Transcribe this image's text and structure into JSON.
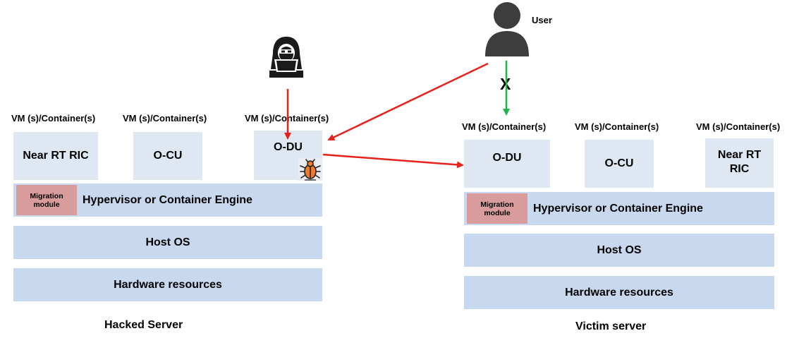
{
  "user_label": "User",
  "blocked_mark": "X",
  "hacked": {
    "vm_labels": [
      "VM (s)/Container(s)",
      "VM (s)/Container(s)",
      "VM (s)/Container(s)"
    ],
    "boxes": [
      "Near RT RIC",
      "O-CU",
      "O-DU"
    ],
    "hypervisor": "Hypervisor or Container Engine",
    "migration": "Migration module",
    "host_os": "Host OS",
    "hardware": "Hardware resources",
    "caption": "Hacked Server"
  },
  "victim": {
    "vm_labels": [
      "VM (s)/Container(s)",
      "VM (s)/Container(s)",
      "VM (s)/Container(s)"
    ],
    "boxes": [
      "O-DU",
      "O-CU",
      "Near RT RIC"
    ],
    "hypervisor": "Hypervisor or Container Engine",
    "migration": "Migration module",
    "host_os": "Host OS",
    "hardware": "Hardware resources",
    "caption": "Victim server"
  },
  "icons": {
    "hacker": "hacker-icon",
    "user": "user-icon",
    "bug": "bug-icon"
  },
  "colors": {
    "attack_arrow": "#e8211b",
    "user_arrow": "#1db34f",
    "vm_box": "#dfe7f3",
    "layer": "#c8d8ee",
    "migration": "#d89c9c"
  }
}
